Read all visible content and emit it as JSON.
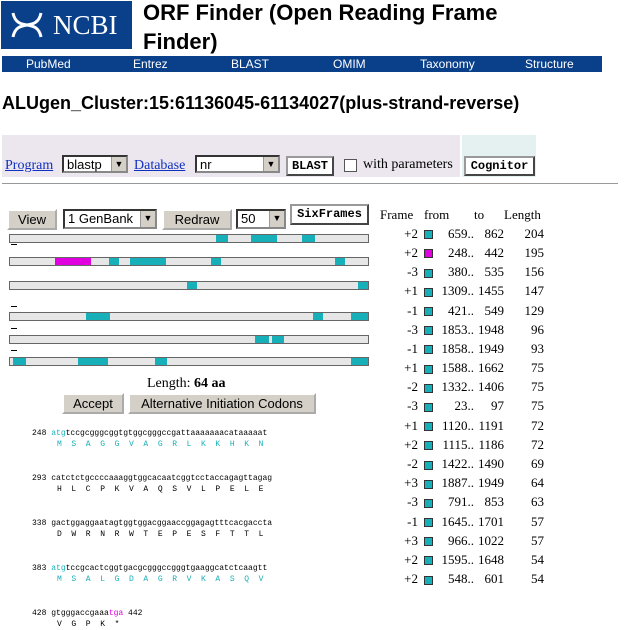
{
  "header": {
    "logo_text": "NCBI",
    "title": "ORF Finder (Open Reading Frame Finder)"
  },
  "nav": [
    "PubMed",
    "Entrez",
    "BLAST",
    "OMIM",
    "Taxonomy",
    "Structure"
  ],
  "cluster_title": "ALUgen_Cluster:15:61136045-61134027(plus-strand-reverse)",
  "blast_bar": {
    "program_label": "Program",
    "program_value": "blastp",
    "database_label": "Database",
    "database_value": "nr",
    "blast_button": "BLAST",
    "with_params_label": "with parameters",
    "cognitor_button": "Cognitor"
  },
  "controls": {
    "view_button": "View",
    "genbank_select": "1 GenBank",
    "redraw_button": "Redraw",
    "count_select": "50",
    "sixframes_button": "SixFrames"
  },
  "length_label": "Length: ",
  "length_value": "64 aa",
  "accept_button": "Accept",
  "alt_codons_button": "Alternative Initiation Codons",
  "table": {
    "headers": [
      "Frame",
      "from",
      "to",
      "Length"
    ],
    "rows": [
      [
        "+2",
        "659..",
        "862",
        "204"
      ],
      [
        "+2",
        "248..",
        "442",
        "195"
      ],
      [
        "-3",
        "380..",
        "535",
        "156"
      ],
      [
        "+1",
        "1309..",
        "1455",
        "147"
      ],
      [
        "-1",
        "421..",
        "549",
        "129"
      ],
      [
        "-3",
        "1853..",
        "1948",
        "96"
      ],
      [
        "-1",
        "1858..",
        "1949",
        "93"
      ],
      [
        "+1",
        "1588..",
        "1662",
        "75"
      ],
      [
        "-2",
        "1332..",
        "1406",
        "75"
      ],
      [
        "-3",
        "23..",
        "97",
        "75"
      ],
      [
        "+1",
        "1120..",
        "1191",
        "72"
      ],
      [
        "+2",
        "1115..",
        "1186",
        "72"
      ],
      [
        "-2",
        "1422..",
        "1490",
        "69"
      ],
      [
        "+3",
        "1887..",
        "1949",
        "64"
      ],
      [
        "-3",
        "791..",
        "853",
        "63"
      ],
      [
        "-1",
        "1645..",
        "1701",
        "57"
      ],
      [
        "+3",
        "966..",
        "1022",
        "57"
      ],
      [
        "+2",
        "1595..",
        "1648",
        "54"
      ],
      [
        "+2",
        "548..",
        "601",
        "54"
      ]
    ],
    "selected_row": 1
  },
  "sequence": [
    {
      "pos": "248",
      "start": "atg",
      "nt": "tccgcgggcggtgtggcgggccgattaaaaaaacataaaaat",
      "aa": "M  S  A  G  G  V  A  G  R  L  K  K  H  K  N"
    },
    {
      "pos": "293",
      "start": "",
      "nt": "catctctgccccaaaggtggcacaatcggtcctaccagagttagag",
      "aa": "H  L  C  P  K  V  A  Q  S  V  L  P  E  L  E"
    },
    {
      "pos": "338",
      "start": "",
      "nt": "gactggaggaatagtggtggacggaaccggagagtttcacgaccta",
      "aa": "D  W  R  N  R  W  T  E  P  E  S  F  T  T  L"
    },
    {
      "pos": "383",
      "start": "atg",
      "nt": "tccgcactcggtgacgcgggccgggtgaaggcatctcaagtt",
      "aa": "M  S  A  L  G  D  A  G  R  V  K  A  S  Q  V"
    },
    {
      "pos": "428",
      "start": "",
      "nt": "gtgggaccgaaa",
      "stop": "tga",
      "end": "442",
      "aa": "V  G  P  K  *"
    }
  ],
  "colors": {
    "brand": "#0a3f8a",
    "orf": "#18b0b8",
    "selected": "#e000e0"
  }
}
